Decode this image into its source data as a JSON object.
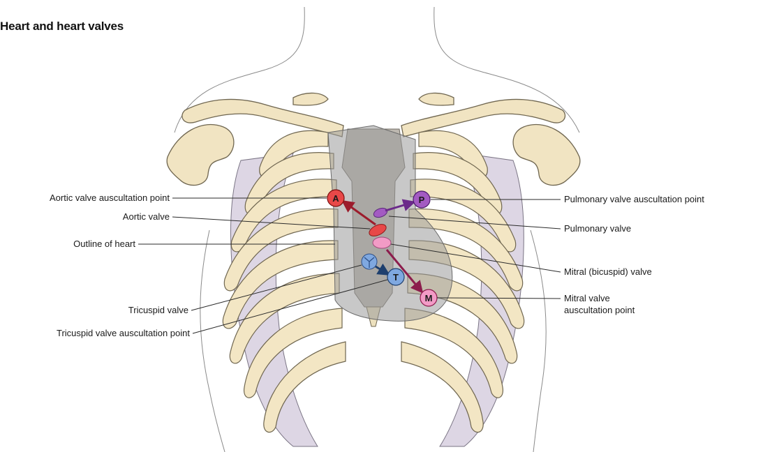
{
  "title": "Heart and heart valves",
  "colors": {
    "aortic": "#e84848",
    "pulmonary": "#a35bc2",
    "tricuspid": "#7fa8e0",
    "mitral": "#f29bc6",
    "heart_outline": "#9a9a9a",
    "bone": "#f3e6c4",
    "arrow_aortic": "#9c1c2c",
    "arrow_pulmonary": "#6b2a8a",
    "arrow_tricuspid": "#1e3f6e",
    "arrow_mitral": "#8c1c4c"
  },
  "markers": {
    "aortic": "A",
    "pulmonary": "P",
    "tricuspid": "T",
    "mitral": "M"
  },
  "labels": {
    "aortic_auscultation": "Aortic valve auscultation point",
    "aortic_valve": "Aortic valve",
    "outline_heart": "Outline of heart",
    "tricuspid_valve": "Tricuspid valve",
    "tricuspid_auscultation": "Tricuspid valve auscultation point",
    "pulmonary_auscultation": "Pulmonary valve auscultation point",
    "pulmonary_valve": "Pulmonary valve",
    "mitral_valve": "Mitral (bicuspid) valve",
    "mitral_auscultation_line1": "Mitral valve",
    "mitral_auscultation_line2": "auscultation point"
  }
}
